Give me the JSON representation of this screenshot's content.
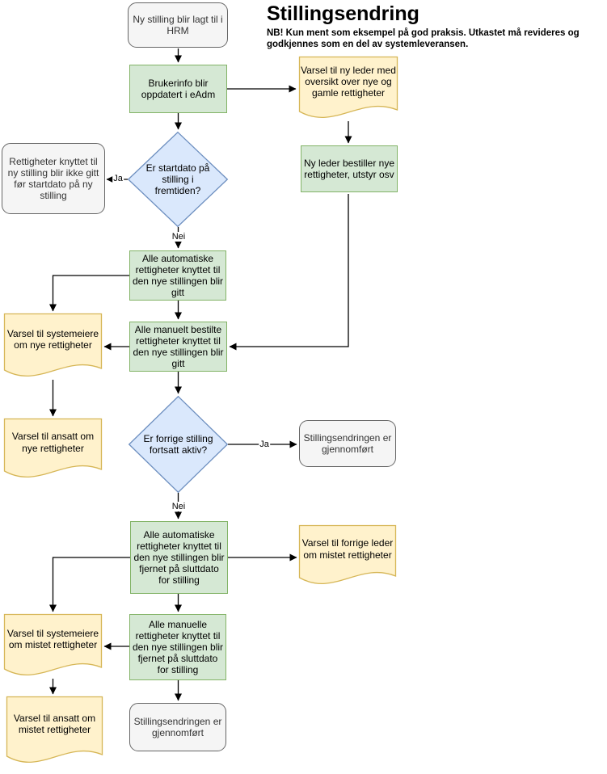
{
  "title": "Stillingsendring",
  "subtitle": "NB! Kun ment som eksempel på god praksis. Utkastet må revideres og godkjennes som en del av systemleveransen.",
  "colors": {
    "process_fill": "#d5e8d4",
    "process_stroke": "#82b366",
    "document_fill": "#fff2cc",
    "document_stroke": "#d6b656",
    "decision_fill": "#dae8fc",
    "decision_stroke": "#6c8ebf",
    "terminal_fill": "#f5f5f5",
    "terminal_stroke": "#666666",
    "edge": "#000000"
  },
  "nodes": {
    "start": {
      "label": "Ny stilling blir lagt til i HRM"
    },
    "brukerinfo": {
      "label": "Brukerinfo blir oppdatert i eAdm"
    },
    "varsel_ny_leder": {
      "label": "Varsel til ny leder med oversikt over nye og gamle rettigheter"
    },
    "ny_leder_bestiller": {
      "label": "Ny leder bestiller nye rettigheter, utstyr osv"
    },
    "decision_startdato": {
      "label": "Er startdato på stilling i fremtiden?"
    },
    "rettigheter_ikke_gitt": {
      "label": "Rettigheter knyttet til ny stilling blir ikke gitt før startdato på ny stilling"
    },
    "auto_gitt": {
      "label": "Alle automatiske rettigheter knyttet til den nye stillingen blir gitt"
    },
    "manuelt_gitt": {
      "label": "Alle manuelt bestilte rettigheter knyttet til den nye stillingen blir gitt"
    },
    "varsel_systemeiere_nye": {
      "label": "Varsel til systemeiere om nye rettigheter"
    },
    "varsel_ansatt_nye": {
      "label": "Varsel til ansatt om nye rettigheter"
    },
    "decision_forrige": {
      "label": "Er forrige stilling fortsatt aktiv?"
    },
    "gjennomfort_1": {
      "label": "Stillingsendringen er gjennomført"
    },
    "auto_fjernet": {
      "label": "Alle automatiske rettigheter knyttet til den nye stillingen blir fjernet på sluttdato for stilling"
    },
    "varsel_forrige_leder": {
      "label": "Varsel til forrige leder om mistet rettigheter"
    },
    "varsel_systemeiere_mistet": {
      "label": "Varsel til systemeiere om mistet rettigheter"
    },
    "manuelle_fjernet": {
      "label": "Alle manuelle rettigheter knyttet til den nye stillingen blir fjernet på sluttdato for stilling"
    },
    "varsel_ansatt_mistet": {
      "label": "Varsel til ansatt om mistet rettigheter"
    },
    "gjennomfort_2": {
      "label": "Stillingsendringen er gjennomført"
    }
  },
  "edge_labels": {
    "ja1": "Ja",
    "nei1": "Nei",
    "ja2": "Ja",
    "nei2": "Nei"
  }
}
